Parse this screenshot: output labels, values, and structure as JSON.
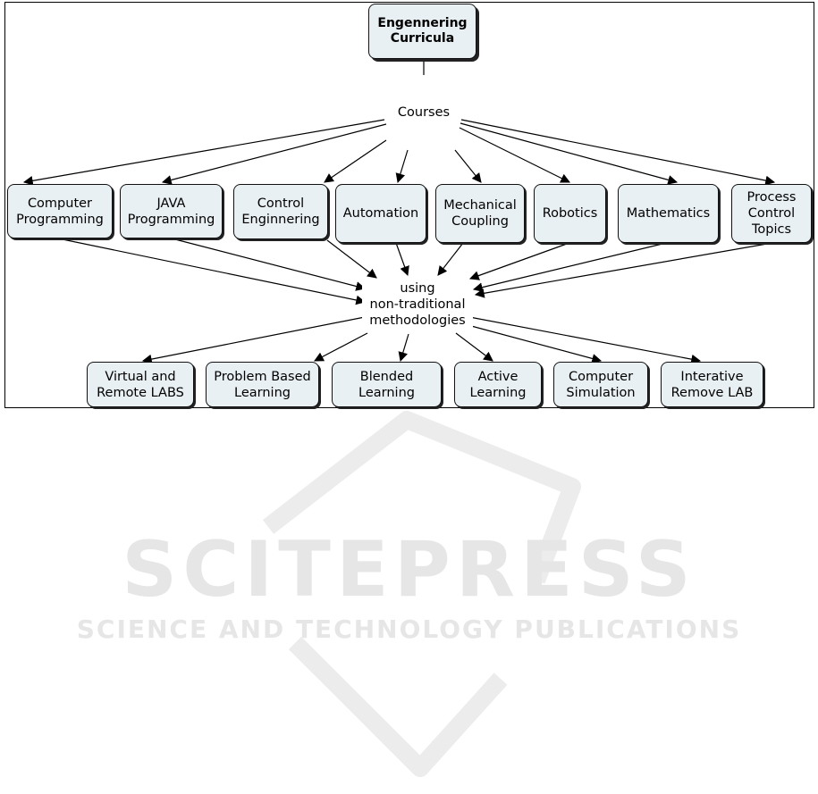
{
  "root": {
    "label": "Engennering\nCurricula"
  },
  "hub_courses": {
    "label": "Courses"
  },
  "courses": [
    {
      "label": "Computer\nProgramming"
    },
    {
      "label": "JAVA\nProgramming"
    },
    {
      "label": "Control\nEnginnering"
    },
    {
      "label": "Automation"
    },
    {
      "label": "Mechanical\nCoupling"
    },
    {
      "label": "Robotics"
    },
    {
      "label": "Mathematics"
    },
    {
      "label": "Process\nControl\nTopics"
    }
  ],
  "hub_methods": {
    "label": "using\nnon-traditional\nmethodologies"
  },
  "methods": [
    {
      "label": "Virtual and\nRemote LABS"
    },
    {
      "label": "Problem Based\nLearning"
    },
    {
      "label": "Blended\nLearning"
    },
    {
      "label": "Active\nLearning"
    },
    {
      "label": "Computer\nSimulation"
    },
    {
      "label": "Interative\nRemove LAB"
    }
  ],
  "watermark": {
    "title": "SCITEPRESS",
    "subtitle": "SCIENCE AND TECHNOLOGY PUBLICATIONS"
  }
}
